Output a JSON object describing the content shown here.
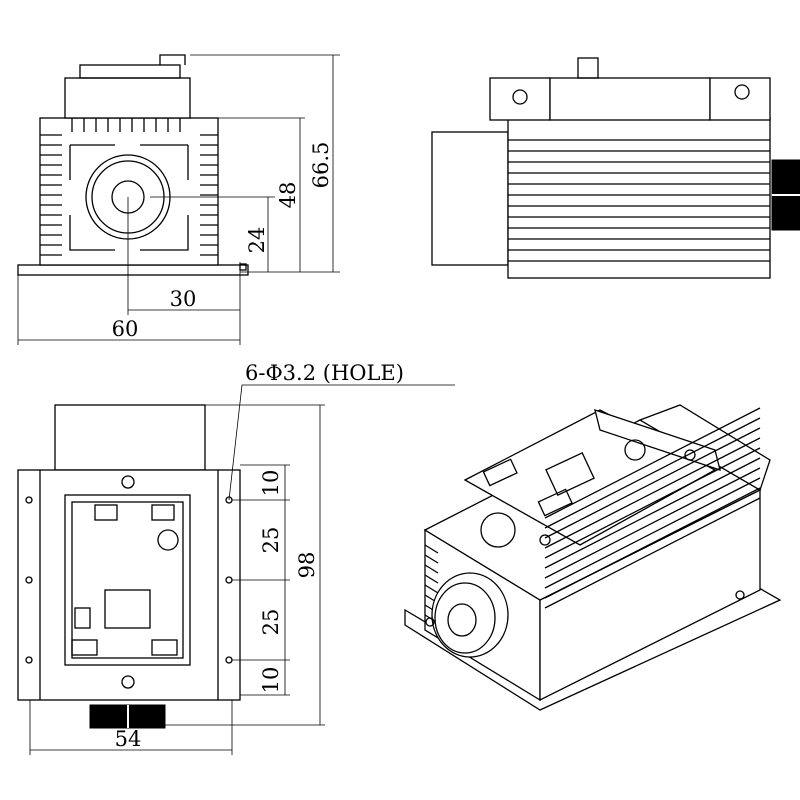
{
  "front_view": {
    "dimensions": {
      "height_total": "66.5",
      "height_axis": "48",
      "height_mount": "24",
      "width_half": "30",
      "width_base": "60"
    }
  },
  "side_view": {},
  "back_view": {
    "hole_note": "6-Φ3.2 (HOLE)",
    "dimensions": {
      "spacing_top": "10",
      "spacing_mid1": "25",
      "spacing_mid2": "25",
      "spacing_bottom": "10",
      "height_total": "98",
      "width": "54"
    }
  },
  "isometric_view": {}
}
